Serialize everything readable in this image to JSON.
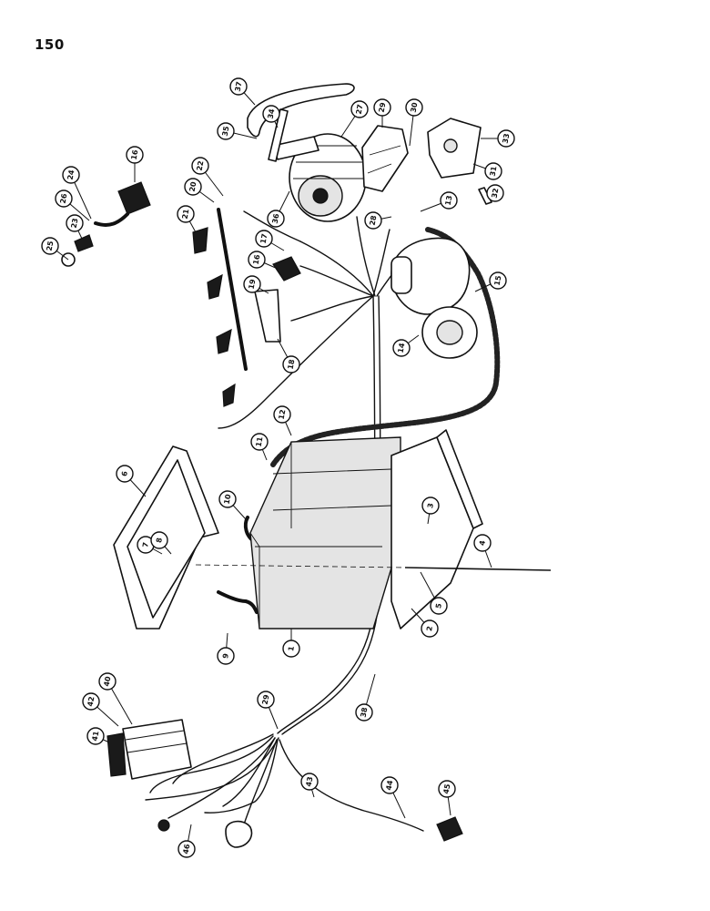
{
  "page_number": "150",
  "callouts": [
    {
      "label": "1"
    },
    {
      "label": "2"
    },
    {
      "label": "3"
    },
    {
      "label": "4"
    },
    {
      "label": "5"
    },
    {
      "label": "6"
    },
    {
      "label": "7"
    },
    {
      "label": "8"
    },
    {
      "label": "9"
    },
    {
      "label": "10"
    },
    {
      "label": "11"
    },
    {
      "label": "12"
    },
    {
      "label": "13"
    },
    {
      "label": "14"
    },
    {
      "label": "15"
    },
    {
      "label": "16"
    },
    {
      "label": "16"
    },
    {
      "label": "17"
    },
    {
      "label": "18"
    },
    {
      "label": "19"
    },
    {
      "label": "20"
    },
    {
      "label": "21"
    },
    {
      "label": "22"
    },
    {
      "label": "23"
    },
    {
      "label": "24"
    },
    {
      "label": "25"
    },
    {
      "label": "26"
    },
    {
      "label": "27"
    },
    {
      "label": "28"
    },
    {
      "label": "29"
    },
    {
      "label": "29"
    },
    {
      "label": "30"
    },
    {
      "label": "31"
    },
    {
      "label": "32"
    },
    {
      "label": "33"
    },
    {
      "label": "34"
    },
    {
      "label": "35"
    },
    {
      "label": "36"
    },
    {
      "label": "37"
    },
    {
      "label": "38"
    },
    {
      "label": "40"
    },
    {
      "label": "41"
    },
    {
      "label": "42"
    },
    {
      "label": "43"
    },
    {
      "label": "44"
    },
    {
      "label": "45"
    },
    {
      "label": "46"
    }
  ]
}
